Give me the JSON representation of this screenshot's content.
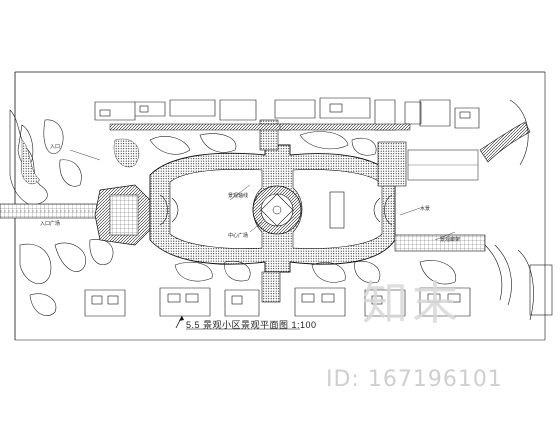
{
  "drawing": {
    "caption": "5.5 景观小区景观平面图 1:100",
    "callouts": [
      "入口",
      "景观轴线",
      "中心广场",
      "水景",
      "景观廊架",
      "入口广场"
    ]
  },
  "watermark": {
    "logo_text": "知末",
    "id_text": "ID: 167196101"
  },
  "colors": {
    "line": "#1a1a1a",
    "hatch": "#333333",
    "watermark": "#d0d0d0"
  }
}
